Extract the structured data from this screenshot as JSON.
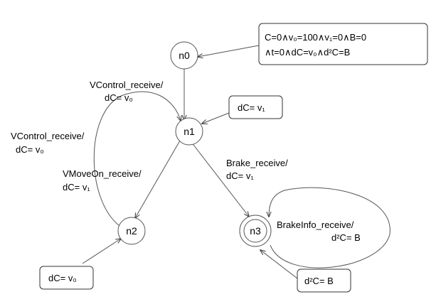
{
  "states": {
    "n0": "n0",
    "n1": "n1",
    "n2": "n2",
    "n3": "n3"
  },
  "initial_condition": {
    "line1": "C=0∧v₀=100∧v₁=0∧B=0",
    "line2": "∧t=0∧dC=v₀∧d²C=B"
  },
  "invariants": {
    "n1": "dC= v₁",
    "n2": "dC= v₀",
    "n3": "d²C= B"
  },
  "transitions": {
    "n0_n1_event": "VControl_receive/",
    "n0_n1_action": "dC= v₀",
    "n2_n1_event": "VControl_receive/",
    "n2_n1_action": "dC= v₀",
    "n1_n2_event": "VMoveOn_receive/",
    "n1_n2_action": "dC= v₁",
    "n1_n3_event": "Brake_receive/",
    "n1_n3_action": "dC= v₁",
    "n3_self_event": "BrakeInfo_receive/",
    "n3_self_action": "d²C= B"
  }
}
